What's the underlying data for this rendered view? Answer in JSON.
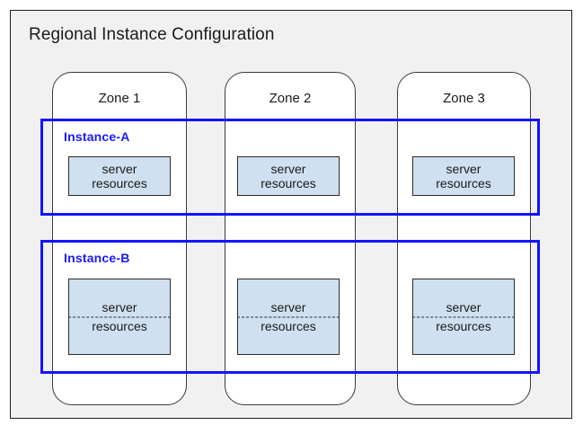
{
  "diagram": {
    "title": "Regional Instance Configuration",
    "background_color": "#f1f1f1",
    "border_color": "#231f20",
    "accent_color": "#1a1aff",
    "resource_fill_color": "#cfe0f1"
  },
  "zones": [
    {
      "label": "Zone 1"
    },
    {
      "label": "Zone 2"
    },
    {
      "label": "Zone 3"
    }
  ],
  "instances": [
    {
      "label": "Instance-A",
      "resources": [
        {
          "line1": "server",
          "line2": "resources"
        },
        {
          "line1": "server",
          "line2": "resources"
        },
        {
          "line1": "server",
          "line2": "resources"
        }
      ]
    },
    {
      "label": "Instance-B",
      "resources": [
        {
          "line1": "server",
          "line2": "resources"
        },
        {
          "line1": "server",
          "line2": "resources"
        },
        {
          "line1": "server",
          "line2": "resources"
        }
      ]
    }
  ]
}
